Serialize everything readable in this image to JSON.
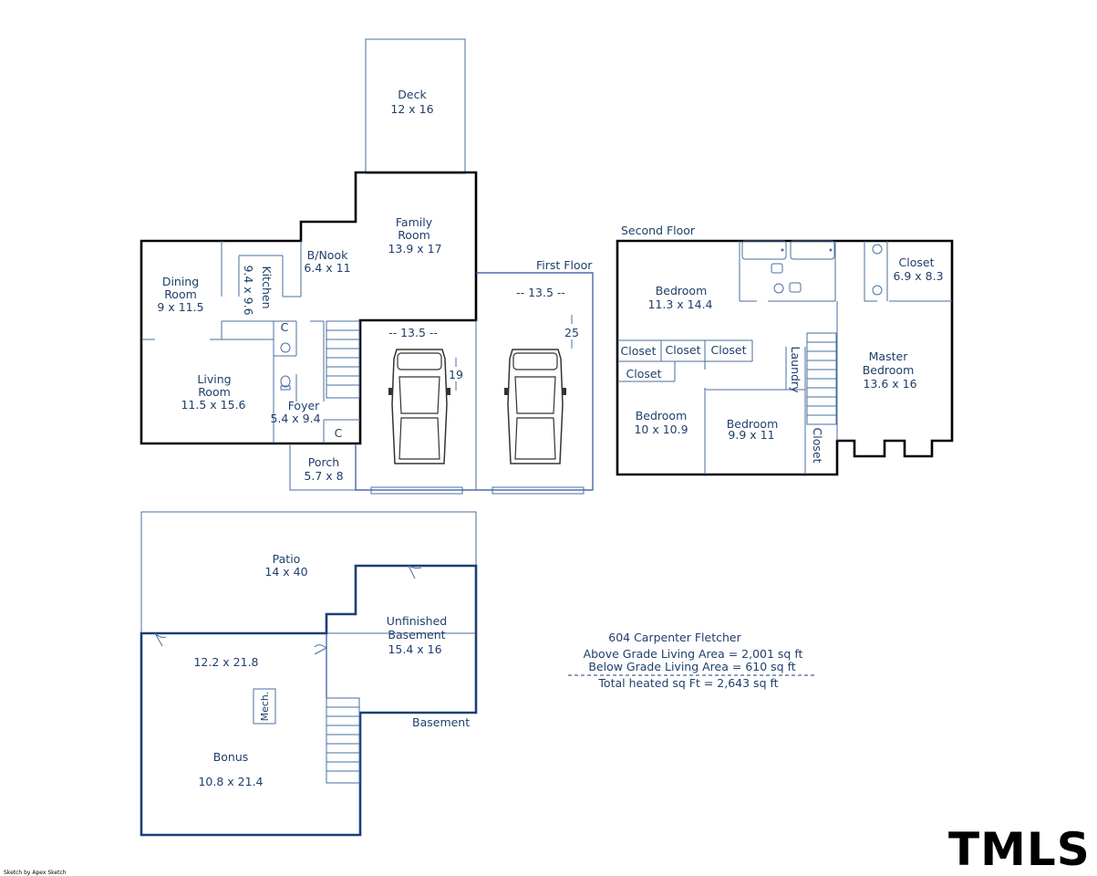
{
  "floors": {
    "first": "First Floor",
    "second": "Second Floor",
    "basement": "Basement"
  },
  "rooms": {
    "deck": {
      "name": "Deck",
      "dim": "12 x 16"
    },
    "family": {
      "name1": "Family",
      "name2": "Room",
      "dim": "13.9 x 17"
    },
    "nook": {
      "name": "B/Nook",
      "dim": "6.4 x 11"
    },
    "dining": {
      "name1": "Dining",
      "name2": "Room",
      "dim": "9 x 11.5"
    },
    "kitchen": {
      "name": "Kitchen",
      "dim": "9.4 x 9.6"
    },
    "living": {
      "name1": "Living",
      "name2": "Room",
      "dim": "11.5 x 15.6"
    },
    "foyer": {
      "name": "Foyer",
      "dim": "5.4 x 9.4"
    },
    "porch": {
      "name": "Porch",
      "dim": "5.7 x 8"
    },
    "closet_c1": "C",
    "closet_c2": "C",
    "garage": {
      "w1": "-- 13.5 --",
      "w2": "-- 13.5 --",
      "d1": "19",
      "d2": "25"
    },
    "bed2": {
      "name": "Bedroom",
      "dim": "11.3 x 14.4"
    },
    "closet_sf": {
      "name": "Closet",
      "dim": "6.9 x 8.3"
    },
    "closets_row": [
      "Closet",
      "Closet",
      "Closet"
    ],
    "closet_lower": "Closet",
    "laundry": "Laundry",
    "master": {
      "name1": "Master",
      "name2": "Bedroom",
      "dim": "13.6 x 16"
    },
    "bed3": {
      "name": "Bedroom",
      "dim": "10 x 10.9"
    },
    "bed4": {
      "name": "Bedroom",
      "dim": "9.9 x 11"
    },
    "closet_vert": "Closet",
    "patio": {
      "name": "Patio",
      "dim": "14 x 40"
    },
    "unfinished": {
      "name1": "Unfinished",
      "name2": "Basement",
      "dim": "15.4 x 16"
    },
    "bonus": {
      "name": "Bonus",
      "dim1": "12.2 x 21.8",
      "dim2": "10.8 x 21.4"
    },
    "mech": "Mech."
  },
  "summary": {
    "address": "604 Carpenter Fletcher",
    "above": "Above Grade Living Area = 2,001 sq ft",
    "below": "Below Grade Living Area = 610 sq ft",
    "total": "Total heated sq Ft = 2,643 sq ft"
  },
  "logo": "TMLS",
  "credit": "Sketch by Apex Sketch",
  "colors": {
    "wall": "#000000",
    "basement_wall": "#1b3e77",
    "text": "#1f3f6b",
    "thin": "#4a6fa0"
  }
}
